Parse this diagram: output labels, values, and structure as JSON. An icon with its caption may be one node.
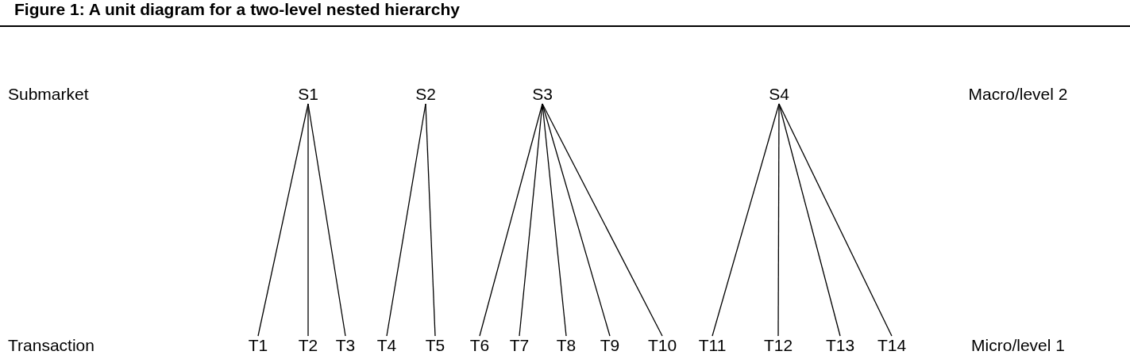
{
  "diagram": {
    "title": "Figure 1: A unit diagram for a two-level nested hierarchy",
    "nodes": [
      {
        "text": [
          "S1"
        ]
      },
      {
        "text": [
          "S2"
        ]
      },
      {
        "text": [
          "S3"
        ]
      },
      {
        "text": [
          "S4"
        ]
      },
      {
        "text": [
          "T1"
        ]
      },
      {
        "text": [
          "T2"
        ]
      },
      {
        "text": [
          "T3"
        ]
      },
      {
        "text": [
          "T4"
        ]
      },
      {
        "text": [
          "T5"
        ]
      },
      {
        "text": [
          "T6"
        ]
      },
      {
        "text": [
          "T7"
        ]
      },
      {
        "text": [
          "T8"
        ]
      },
      {
        "text": [
          "T9"
        ]
      },
      {
        "text": [
          "T10"
        ]
      },
      {
        "text": [
          "T11"
        ]
      },
      {
        "text": [
          "T12"
        ]
      },
      {
        "text": [
          "T13"
        ]
      },
      {
        "text": [
          "T14"
        ]
      }
    ],
    "edges": [
      {
        "from": 0,
        "to": 4,
        "arrow": "none"
      },
      {
        "from": 0,
        "to": 5,
        "arrow": "none"
      },
      {
        "from": 0,
        "to": 6,
        "arrow": "none"
      },
      {
        "from": 1,
        "to": 7,
        "arrow": "none"
      },
      {
        "from": 1,
        "to": 8,
        "arrow": "none"
      },
      {
        "from": 2,
        "to": 9,
        "arrow": "none"
      },
      {
        "from": 2,
        "to": 10,
        "arrow": "none"
      },
      {
        "from": 2,
        "to": 11,
        "arrow": "none"
      },
      {
        "from": 2,
        "to": 12,
        "arrow": "none"
      },
      {
        "from": 2,
        "to": 13,
        "arrow": "none"
      },
      {
        "from": 3,
        "to": 14,
        "arrow": "none"
      },
      {
        "from": 3,
        "to": 15,
        "arrow": "none"
      },
      {
        "from": 3,
        "to": 16,
        "arrow": "none"
      },
      {
        "from": 3,
        "to": 17,
        "arrow": "none"
      }
    ],
    "labels": [
      "Submarket",
      "Macro/level 2",
      "Transaction",
      "Micro/level 1"
    ]
  }
}
